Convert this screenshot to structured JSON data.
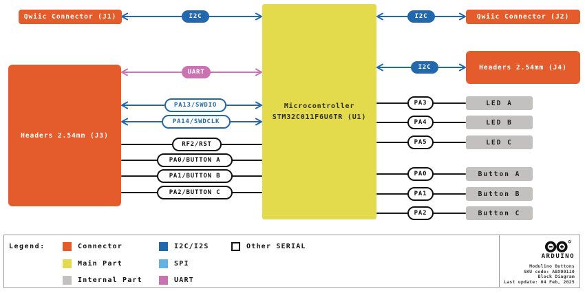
{
  "colors": {
    "connector": "#E45C2B",
    "main_part": "#E3DB4B",
    "internal_part": "#C2C1C0",
    "i2c_i2s": "#2268AE",
    "spi": "#63B2E4",
    "uart": "#C974B1",
    "other_serial": "#FFFFFF",
    "wire_black": "#1A1A1A"
  },
  "blocks": {
    "j1": {
      "label": "Qwiic Connector (J1)"
    },
    "j2": {
      "label": "Qwiic Connector (J2)"
    },
    "j3": {
      "label": "Headers 2.54mm (J3)"
    },
    "j4": {
      "label": "Headers 2.54mm (J4)"
    },
    "mcu": {
      "line1": "Microcontroller",
      "line2": "STM32C011F6U6TR (U1)"
    },
    "led_a": {
      "label": "LED A"
    },
    "led_b": {
      "label": "LED B"
    },
    "led_c": {
      "label": "LED C"
    },
    "button_a": {
      "label": "Button A"
    },
    "button_b": {
      "label": "Button B"
    },
    "button_c": {
      "label": "Button C"
    }
  },
  "pins": {
    "i2c_j1": "I2C",
    "i2c_j2": "I2C",
    "i2c_j4": "I2C",
    "uart": "UART",
    "swdio": "PA13/SWDIO",
    "swdclk": "PA14/SWDCLK",
    "rst": "RF2/RST",
    "button_a_in": "PA0/BUTTON A",
    "button_b_in": "PA1/BUTTON B",
    "button_c_in": "PA2/BUTTON C",
    "pa3": "PA3",
    "pa4": "PA4",
    "pa5": "PA5",
    "pa0": "PA0",
    "pa1": "PA1",
    "pa2": "PA2"
  },
  "legend": {
    "title": "Legend:",
    "items": [
      {
        "label": "Connector",
        "color": "#E45C2B"
      },
      {
        "label": "Main Part",
        "color": "#E3DB4B"
      },
      {
        "label": "Internal Part",
        "color": "#C2C1C0"
      },
      {
        "label": "I2C/I2S",
        "color": "#2268AE"
      },
      {
        "label": "SPI",
        "color": "#63B2E4"
      },
      {
        "label": "UART",
        "color": "#C974B1"
      },
      {
        "label": "Other SERIAL",
        "color": "#FFFFFF"
      }
    ]
  },
  "title_block": {
    "brand": "ARDUINO",
    "product": "Modulino Buttons",
    "sku": "SKU code: ABX00110",
    "doc_type": "Block Diagram",
    "last_update": "Last update: 04 Feb, 2025"
  }
}
